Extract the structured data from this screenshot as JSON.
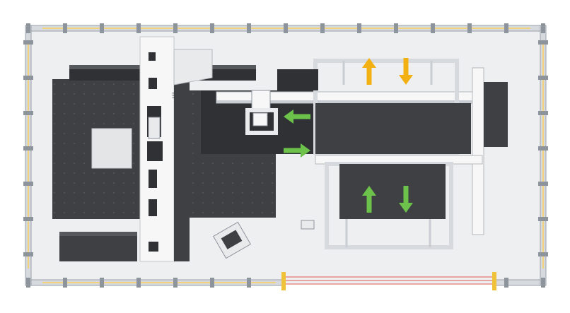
{
  "image": {
    "kind": "top-down machine layout render",
    "brand_mark": "brand-logo",
    "colors": {
      "background": "#ffffff",
      "floor": "#eeeff1",
      "fence_rail": "#c9ced4",
      "fence_post": "#8d949c",
      "fence_accent": "#f2d27a",
      "machine_dark": "#3e4043",
      "machine_darker": "#2f3134",
      "frame_light": "#e9eaec",
      "frame_white": "#f7f7f7",
      "arrow_orange": "#f2b013",
      "arrow_green": "#6cc24a",
      "laser_red": "#e05a4f",
      "door_yellow": "#f0c23a"
    },
    "arrows": [
      {
        "id": "arrow-orange-up",
        "color": "arrow_orange",
        "direction": "up"
      },
      {
        "id": "arrow-orange-down",
        "color": "arrow_orange",
        "direction": "down"
      },
      {
        "id": "arrow-green-left",
        "color": "arrow_green",
        "direction": "left"
      },
      {
        "id": "arrow-green-right",
        "color": "arrow_green",
        "direction": "right"
      },
      {
        "id": "arrow-green-up",
        "color": "arrow_green",
        "direction": "up"
      },
      {
        "id": "arrow-green-down",
        "color": "arrow_green",
        "direction": "down"
      }
    ]
  }
}
